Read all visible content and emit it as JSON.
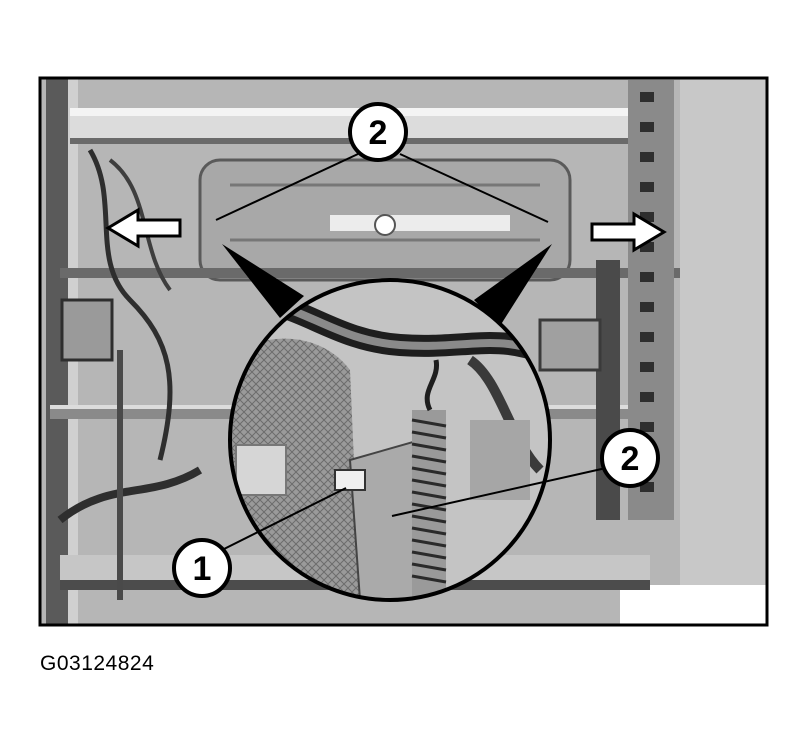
{
  "figure": {
    "code": "G03124824",
    "callouts": [
      {
        "id": "callout-2-top",
        "label": "2"
      },
      {
        "id": "callout-2-right",
        "label": "2"
      },
      {
        "id": "callout-1",
        "label": "1"
      }
    ]
  },
  "colors": {
    "frame": "#000000",
    "photo_bg": "#b4b4b4",
    "photo_dark": "#3a3a3a",
    "photo_light": "#e6e6e6",
    "arrow_fill": "#ffffff"
  }
}
